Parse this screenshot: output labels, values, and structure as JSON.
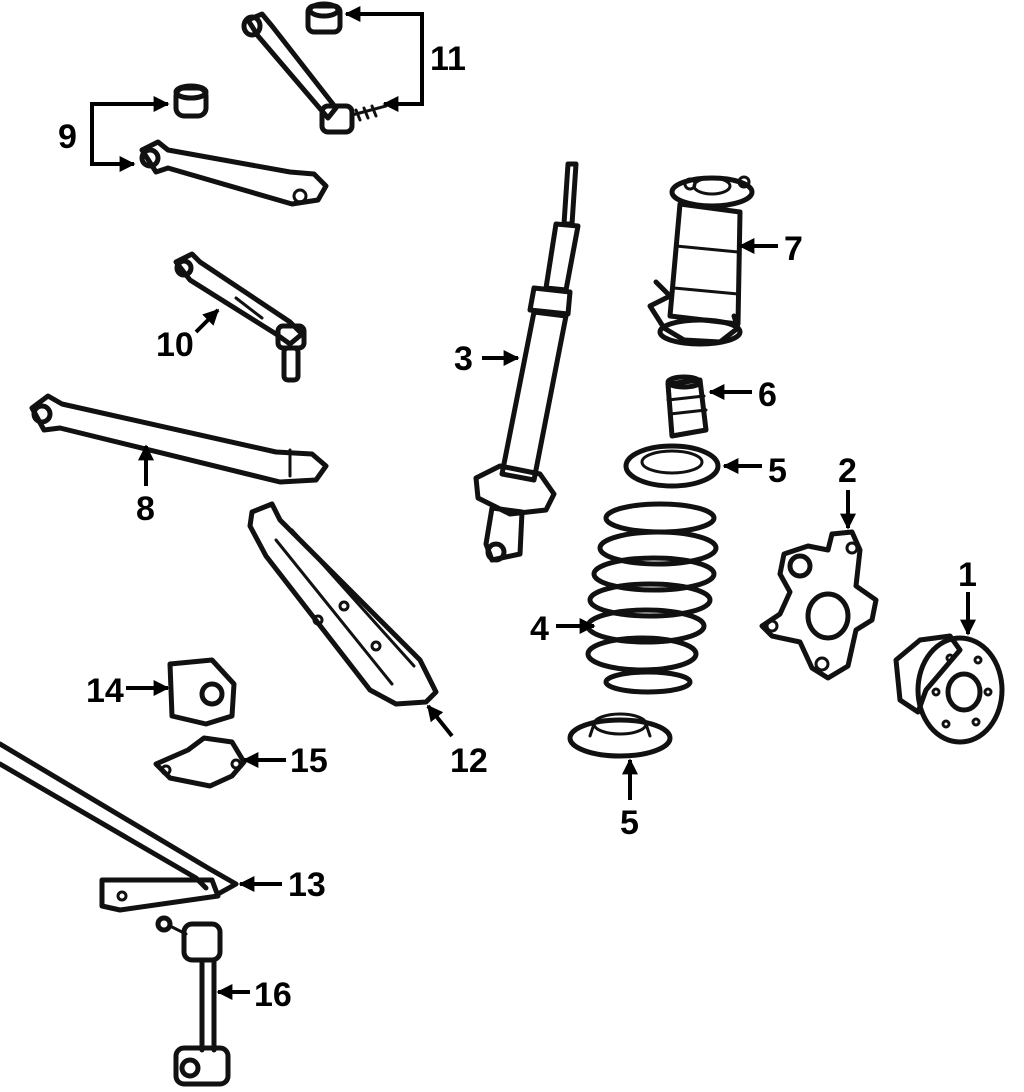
{
  "callouts": [
    {
      "id": "1",
      "text": "1"
    },
    {
      "id": "2",
      "text": "2"
    },
    {
      "id": "3",
      "text": "3"
    },
    {
      "id": "4",
      "text": "4"
    },
    {
      "id": "5a",
      "text": "5"
    },
    {
      "id": "5b",
      "text": "5"
    },
    {
      "id": "6",
      "text": "6"
    },
    {
      "id": "7",
      "text": "7"
    },
    {
      "id": "8",
      "text": "8"
    },
    {
      "id": "9",
      "text": "9"
    },
    {
      "id": "10",
      "text": "10"
    },
    {
      "id": "11",
      "text": "11"
    },
    {
      "id": "12",
      "text": "12"
    },
    {
      "id": "13",
      "text": "13"
    },
    {
      "id": "14",
      "text": "14"
    },
    {
      "id": "15",
      "text": "15"
    },
    {
      "id": "16",
      "text": "16"
    }
  ]
}
